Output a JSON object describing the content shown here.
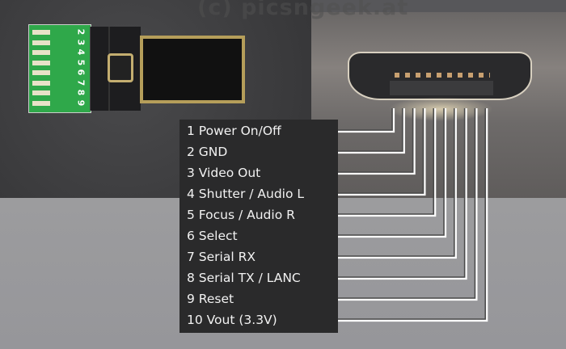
{
  "watermark": "(c) picsngeek.at",
  "pcb_pin_numbers": [
    "2",
    "3",
    "4",
    "5",
    "6",
    "7",
    "8",
    "9"
  ],
  "pins": [
    {
      "number": "1",
      "label": "1 Power On/Off"
    },
    {
      "number": "2",
      "label": "2 GND"
    },
    {
      "number": "3",
      "label": "3 Video Out"
    },
    {
      "number": "4",
      "label": "4 Shutter / Audio L"
    },
    {
      "number": "5",
      "label": "5 Focus / Audio R"
    },
    {
      "number": "6",
      "label": "6 Select"
    },
    {
      "number": "7",
      "label": "7 Serial RX"
    },
    {
      "number": "8",
      "label": "8 Serial TX / LANC"
    },
    {
      "number": "9",
      "label": "9 Reset"
    },
    {
      "number": "10",
      "label": "10 Vout (3.3V)"
    }
  ],
  "colors": {
    "wire": "#ffffff",
    "wire_shadow": "#4a4a4a",
    "label_bg": "#2a2a2b",
    "pcb": "#2fa84a"
  }
}
